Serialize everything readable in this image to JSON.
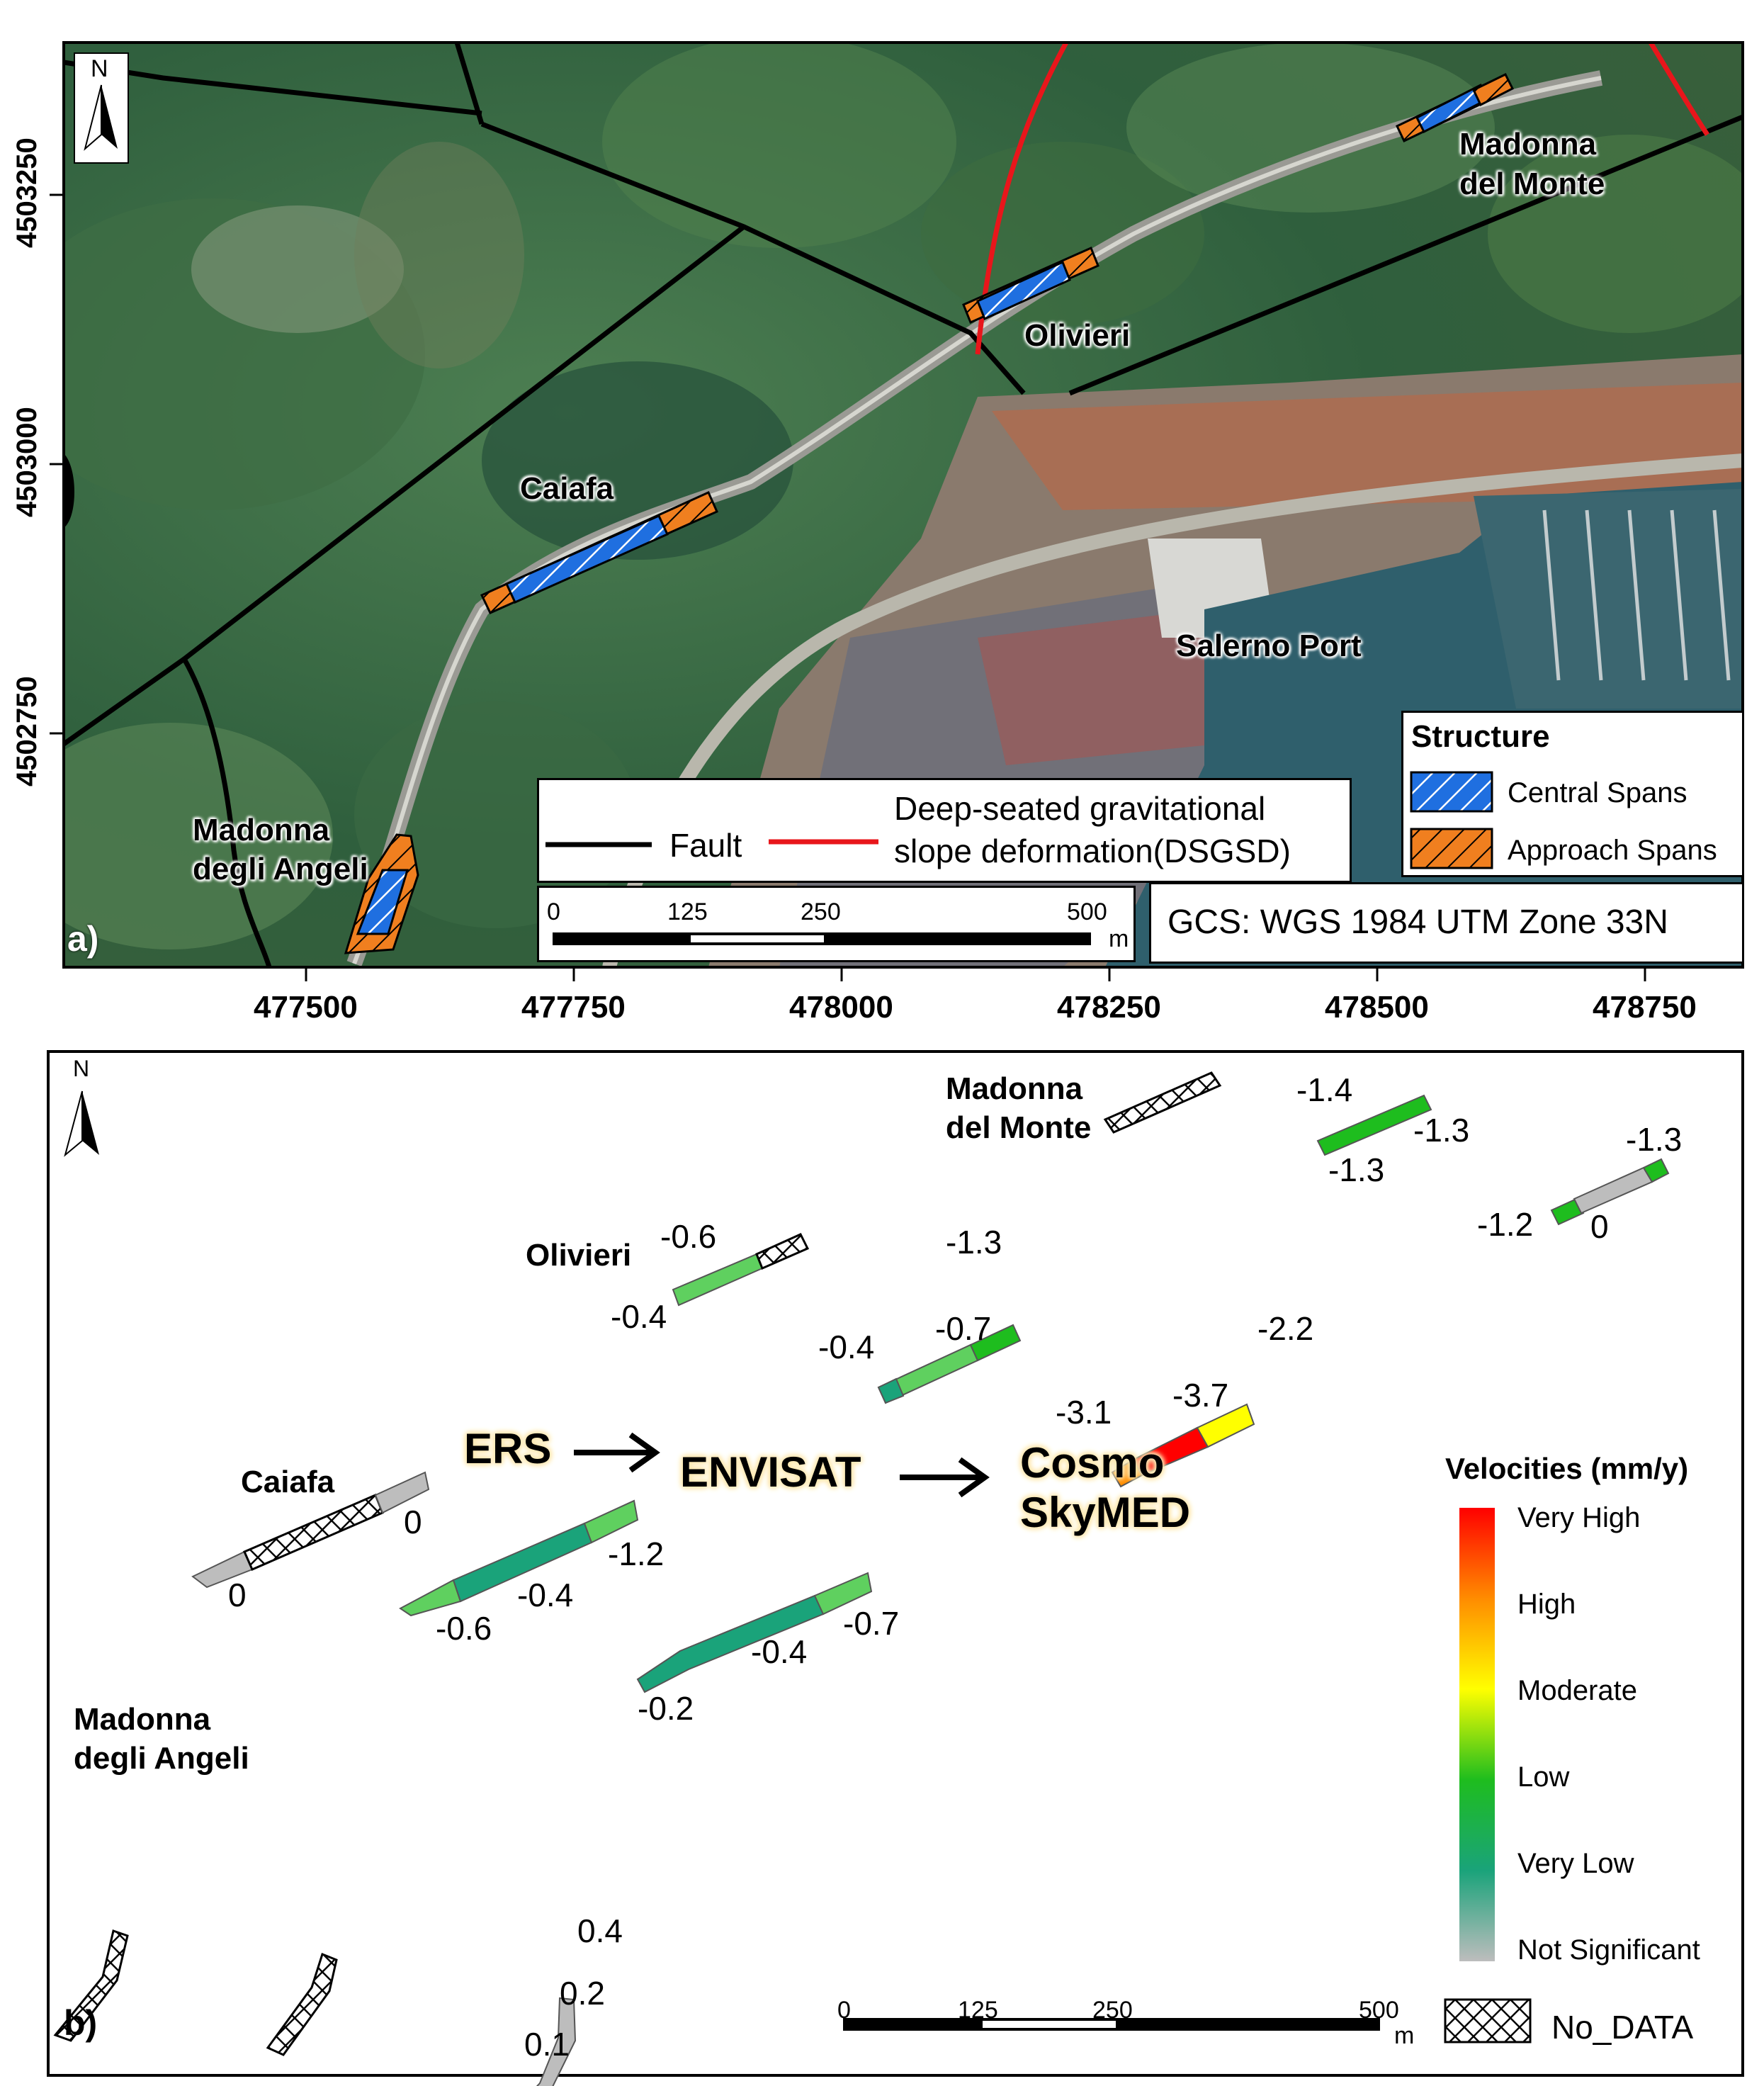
{
  "panel_a": {
    "label": "a)",
    "x_ticks": [
      "477500",
      "477750",
      "478000",
      "478250",
      "478500",
      "478750"
    ],
    "y_ticks": [
      "4503250",
      "4503000",
      "4502750"
    ],
    "north": "N",
    "sites": {
      "madonna_del_monte": [
        "Madonna",
        "del Monte"
      ],
      "olivieri": "Olivieri",
      "caiafa": "Caiafa",
      "madonna_degli_angeli": [
        "Madonna",
        "degli Angeli"
      ],
      "salerno_port": "Salerno Port"
    },
    "line_legend": {
      "fault": "Fault",
      "dsgsd": [
        "Deep-seated gravitational",
        "slope deformation(DSGSD)"
      ]
    },
    "structure_legend": {
      "title": "Structure",
      "central": "Central Spans",
      "approach": "Approach Spans"
    },
    "scale": {
      "labels": [
        "0",
        "125",
        "250",
        "500"
      ],
      "unit": "m"
    },
    "gcs": "GCS: WGS 1984 UTM Zone 33N",
    "colors": {
      "fault": "#000000",
      "dsgsd": "#e8161b",
      "central": "#1f6fe0",
      "approach": "#f07f1f"
    }
  },
  "panel_b": {
    "label": "b)",
    "north": "N",
    "sites": {
      "madonna_del_monte": [
        "Madonna",
        "del Monte"
      ],
      "olivieri": "Olivieri",
      "caiafa": "Caiafa",
      "madonna_degli_angeli": [
        "Madonna",
        "degli Angeli"
      ]
    },
    "sequence": {
      "ers": "ERS",
      "envisat": "ENVISAT",
      "cosmo": [
        "Cosmo",
        "SkyMED"
      ]
    },
    "velocity_legend": {
      "title": "Velocities (mm/y)",
      "levels": [
        "Very High",
        "High",
        "Moderate",
        "Low",
        "Very Low",
        "Not Significant"
      ]
    },
    "nodata": "No_DATA",
    "scale": {
      "labels": [
        "0",
        "125",
        "250",
        "500"
      ],
      "unit": "m"
    },
    "values": {
      "mdm_csk": [
        "-1.4",
        "-1.3",
        "-1.3"
      ],
      "mdm_csk2": [
        "-1.3",
        "-1.2",
        "0"
      ],
      "oli_ers": [
        "-0.6",
        "-0.4"
      ],
      "oli_env": [
        "-1.3",
        "-0.7",
        "-0.4"
      ],
      "oli_csk": [
        "-2.2",
        "-3.7",
        "-3.1"
      ],
      "cai_ers": [
        "0",
        "0"
      ],
      "cai_env": [
        "-1.2",
        "-0.4",
        "-0.6"
      ],
      "cai_csk": [
        "-0.7",
        "-0.4",
        "-0.2"
      ],
      "mda_csk": [
        "0.4",
        "0.2",
        "0.1"
      ]
    },
    "colors": {
      "very_high": "#ff0000",
      "high": "#ff8c00",
      "moderate": "#ffff00",
      "low": "#1ebd1e",
      "very_low": "#1aa37a",
      "not_significant": "#bdbdbd"
    }
  }
}
